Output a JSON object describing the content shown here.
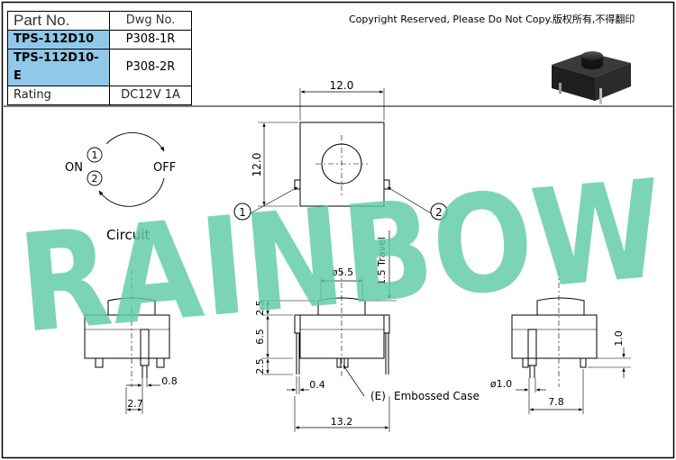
{
  "parts_table": {
    "header": {
      "part_no": "Part No.",
      "dwg_no": "Dwg No."
    },
    "rows": [
      {
        "part": "TPS-112D10",
        "dwg": "P308-1R"
      },
      {
        "part": "TPS-112D10-E",
        "dwg": "P308-2R"
      }
    ],
    "rating": {
      "label": "Rating",
      "value": "DC12V 1A"
    }
  },
  "copyright": "Copyright Reserved, Please Do Not Copy.版权所有,不得翻印",
  "circuit": {
    "title": "Circuit",
    "on_label": "ON",
    "off_label": "OFF",
    "pin1": "1",
    "pin2": "2"
  },
  "watermark": "RAINBOW",
  "dimensions": {
    "top_width": "12.0",
    "top_height": "12.0",
    "button_dia": "ø5.5",
    "travel": "1.5 Travel",
    "h_top": "2.5",
    "h_mid": "6.5",
    "h_bot": "2.5",
    "pin_w": "0.4",
    "base_w": "13.2",
    "left_pin": "0.8",
    "left_pitch": "2.7",
    "right_h": "1.0",
    "pin_dia": "ø1.0",
    "right_w": "7.8"
  },
  "embossed": {
    "mark": "(E)",
    "text": "Embossed Case"
  },
  "callouts": {
    "one": "1",
    "two": "2"
  },
  "colors": {
    "watermark": "#5fcaa6",
    "highlight": "#8fc8e8",
    "frame": "#000000"
  },
  "icons": [
    "product-photo-icon"
  ]
}
